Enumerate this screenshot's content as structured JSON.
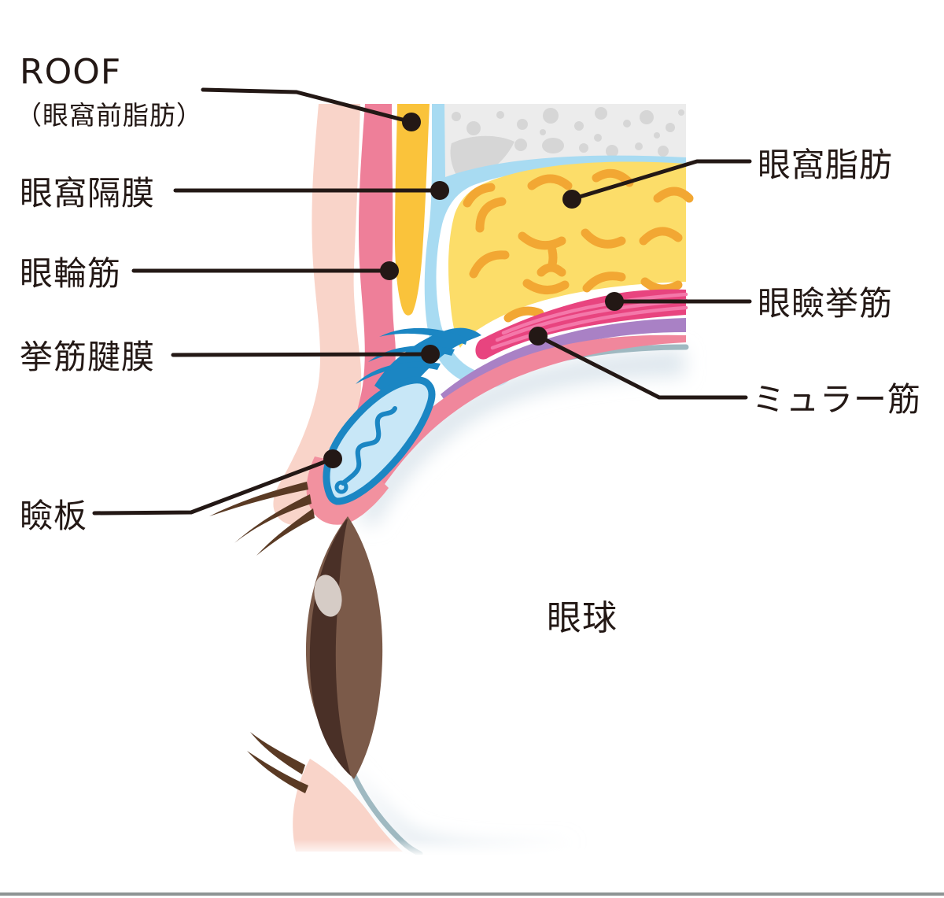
{
  "figure": {
    "type": "anatomical cross-section diagram of upper eyelid and eye",
    "language": "Japanese"
  },
  "labels": {
    "roof_line1": "ROOF",
    "roof_line2": "（眼窩前脂肪）",
    "orbital_septum": "眼窩隔膜",
    "orbicularis_oculi": "眼輪筋",
    "levator_aponeurosis": "挙筋腱膜",
    "tarsal_plate": "瞼板",
    "orbital_fat": "眼窩脂肪",
    "levator_palpebrae": "眼瞼挙筋",
    "muller_muscle": "ミュラー筋",
    "eyeball": "眼球"
  },
  "colors": {
    "skin": "#f9d4c9",
    "orbicularis": "#ee7f99",
    "roof_fat": "#fac33b",
    "septum": "#a8dbf2",
    "bone": "#ececec",
    "bone_speckle": "#d6d6d6",
    "orbital_fat": "#fcdd69",
    "fat_lobule": "#f2a733",
    "levator": "#e8447f",
    "levator_stripe": "#f478aa",
    "muller": "#a981c5",
    "conjunctiva": "#f0879c",
    "globe_line": "#9fb9c1",
    "sclera_shade": "#dde6ed",
    "aponeurosis_blue": "#1b86c3",
    "tarsal_fill": "#c8e7f7",
    "iris_light": "#7b5a49",
    "iris_dark": "#4a3027",
    "iris_highlight": "#d6ccc6",
    "lash": "#5a3a24",
    "label_text": "#231815",
    "bottom_rule": "#8e9494"
  }
}
